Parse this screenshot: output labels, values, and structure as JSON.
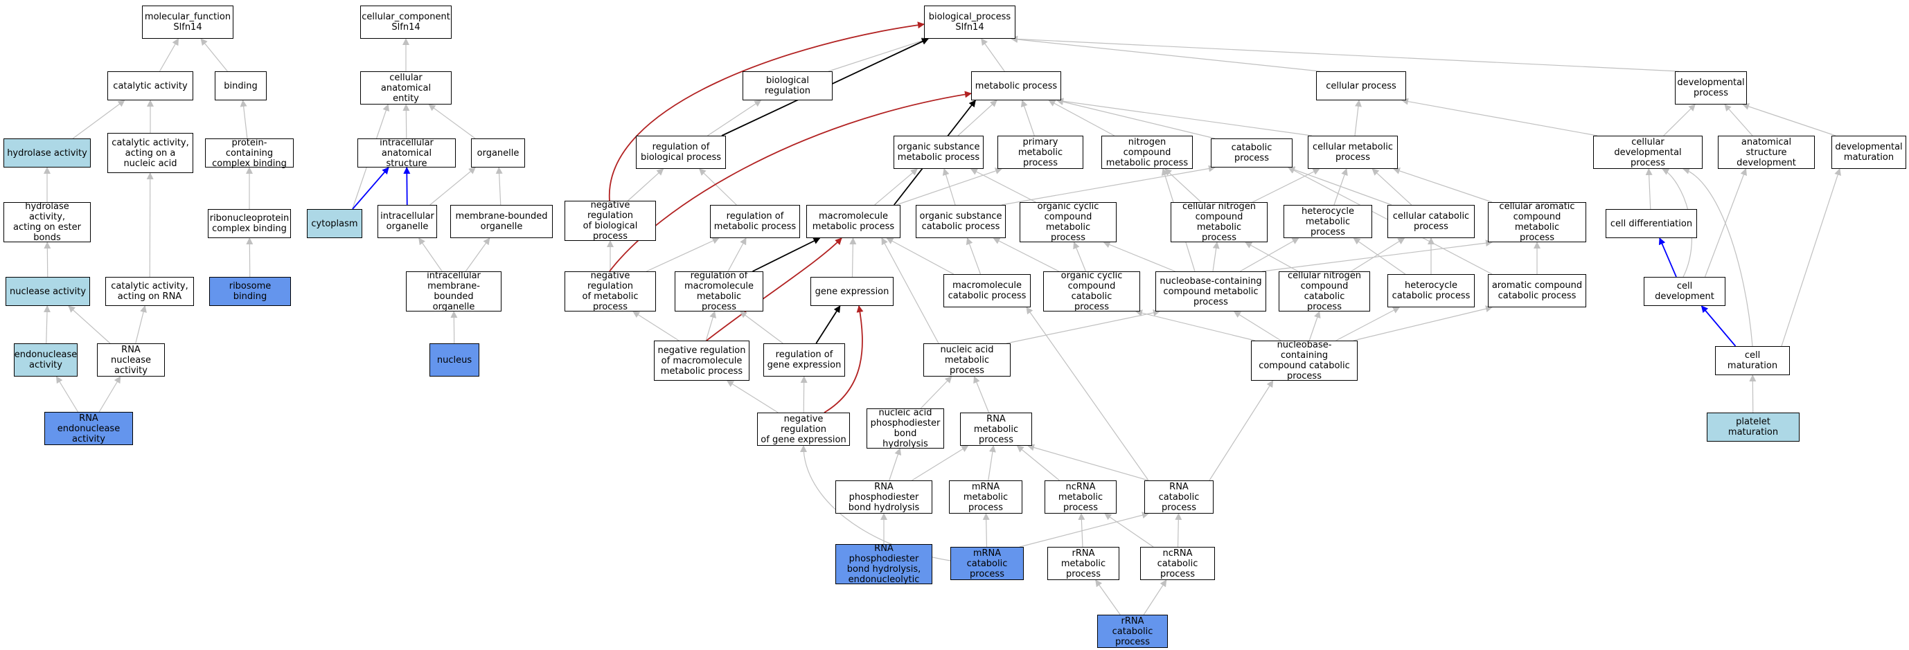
{
  "colors": {
    "gray_edge": "#c0c0c0",
    "red_edge": "#b22222",
    "black_edge": "#000000",
    "blue_edge": "#0000ff",
    "light_fill": "#add8e6",
    "blue_fill": "#6495ed",
    "white_fill": "#ffffff"
  },
  "nodes": [
    {
      "id": "mf_root",
      "label": "molecular_function\nSlfn14",
      "fill": "white"
    },
    {
      "id": "catalytic",
      "label": "catalytic activity",
      "fill": "white"
    },
    {
      "id": "binding",
      "label": "binding",
      "fill": "white"
    },
    {
      "id": "hydrolase",
      "label": "hydrolase activity",
      "fill": "light"
    },
    {
      "id": "cat_nucleic",
      "label": "catalytic activity,\nacting on a\nnucleic acid",
      "fill": "white"
    },
    {
      "id": "protein_complex",
      "label": "protein-containing\ncomplex binding",
      "fill": "white"
    },
    {
      "id": "hydrolase_ester",
      "label": "hydrolase activity,\nacting on ester\nbonds",
      "fill": "white"
    },
    {
      "id": "ribonucleoprotein",
      "label": "ribonucleoprotein\ncomplex binding",
      "fill": "white"
    },
    {
      "id": "nuclease",
      "label": "nuclease activity",
      "fill": "light"
    },
    {
      "id": "cat_rna",
      "label": "catalytic activity,\nacting on RNA",
      "fill": "white"
    },
    {
      "id": "ribosome_binding",
      "label": "ribosome binding",
      "fill": "blue"
    },
    {
      "id": "endonuclease",
      "label": "endonuclease\nactivity",
      "fill": "light"
    },
    {
      "id": "rna_nuclease",
      "label": "RNA nuclease\nactivity",
      "fill": "white"
    },
    {
      "id": "rna_endonuclease",
      "label": "RNA endonuclease\nactivity",
      "fill": "blue"
    },
    {
      "id": "cc_root",
      "label": "cellular_component\nSlfn14",
      "fill": "white"
    },
    {
      "id": "cell_anat",
      "label": "cellular anatomical\nentity",
      "fill": "white"
    },
    {
      "id": "intracell_anat",
      "label": "intracellular\nanatomical structure",
      "fill": "white"
    },
    {
      "id": "organelle",
      "label": "organelle",
      "fill": "white"
    },
    {
      "id": "cytoplasm",
      "label": "cytoplasm",
      "fill": "light"
    },
    {
      "id": "intracell_org",
      "label": "intracellular\norganelle",
      "fill": "white"
    },
    {
      "id": "membrane_org",
      "label": "membrane-bounded\norganelle",
      "fill": "white"
    },
    {
      "id": "intracell_mem_org",
      "label": "intracellular\nmembrane-bounded\norganelle",
      "fill": "white"
    },
    {
      "id": "nucleus",
      "label": "nucleus",
      "fill": "blue"
    },
    {
      "id": "bp_root",
      "label": "biological_process\nSlfn14",
      "fill": "white"
    },
    {
      "id": "bio_reg",
      "label": "biological regulation",
      "fill": "white"
    },
    {
      "id": "metabolic",
      "label": "metabolic process",
      "fill": "white"
    },
    {
      "id": "cellular_proc",
      "label": "cellular process",
      "fill": "white"
    },
    {
      "id": "dev_proc",
      "label": "developmental\nprocess",
      "fill": "white"
    },
    {
      "id": "reg_bio",
      "label": "regulation of\nbiological process",
      "fill": "white"
    },
    {
      "id": "organic_sub",
      "label": "organic substance\nmetabolic process",
      "fill": "white"
    },
    {
      "id": "primary_met",
      "label": "primary metabolic\nprocess",
      "fill": "white"
    },
    {
      "id": "nitrogen_met",
      "label": "nitrogen compound\nmetabolic process",
      "fill": "white"
    },
    {
      "id": "catabolic",
      "label": "catabolic process",
      "fill": "white"
    },
    {
      "id": "cell_met",
      "label": "cellular metabolic\nprocess",
      "fill": "white"
    },
    {
      "id": "cell_dev_proc",
      "label": "cellular developmental\nprocess",
      "fill": "white"
    },
    {
      "id": "anat_dev",
      "label": "anatomical structure\ndevelopment",
      "fill": "white"
    },
    {
      "id": "dev_mat",
      "label": "developmental\nmaturation",
      "fill": "white"
    },
    {
      "id": "neg_reg_bio",
      "label": "negative regulation\nof biological\nprocess",
      "fill": "white"
    },
    {
      "id": "reg_met",
      "label": "regulation of\nmetabolic process",
      "fill": "white"
    },
    {
      "id": "macro_met",
      "label": "macromolecule\nmetabolic process",
      "fill": "white"
    },
    {
      "id": "organic_cat",
      "label": "organic substance\ncatabolic process",
      "fill": "white"
    },
    {
      "id": "cyclic_met",
      "label": "organic cyclic\ncompound metabolic\nprocess",
      "fill": "white"
    },
    {
      "id": "cell_nitrogen_met",
      "label": "cellular nitrogen\ncompound metabolic\nprocess",
      "fill": "white"
    },
    {
      "id": "hetero_met",
      "label": "heterocycle\nmetabolic process",
      "fill": "white"
    },
    {
      "id": "cell_cat",
      "label": "cellular catabolic\nprocess",
      "fill": "white"
    },
    {
      "id": "arom_met",
      "label": "cellular aromatic\ncompound metabolic\nprocess",
      "fill": "white"
    },
    {
      "id": "cell_diff",
      "label": "cell differentiation",
      "fill": "white"
    },
    {
      "id": "neg_reg_met",
      "label": "negative regulation\nof metabolic\nprocess",
      "fill": "white"
    },
    {
      "id": "reg_macro",
      "label": "regulation of\nmacromolecule\nmetabolic process",
      "fill": "white"
    },
    {
      "id": "gene_expr",
      "label": "gene expression",
      "fill": "white"
    },
    {
      "id": "macro_cat",
      "label": "macromolecule\ncatabolic process",
      "fill": "white"
    },
    {
      "id": "cyclic_cat",
      "label": "organic cyclic\ncompound catabolic\nprocess",
      "fill": "white"
    },
    {
      "id": "nucleobase_met",
      "label": "nucleobase-containing\ncompound metabolic\nprocess",
      "fill": "white"
    },
    {
      "id": "cell_nitrogen_cat",
      "label": "cellular nitrogen\ncompound catabolic\nprocess",
      "fill": "white"
    },
    {
      "id": "hetero_cat",
      "label": "heterocycle\ncatabolic process",
      "fill": "white"
    },
    {
      "id": "arom_cat",
      "label": "aromatic compound\ncatabolic process",
      "fill": "white"
    },
    {
      "id": "cell_dev",
      "label": "cell development",
      "fill": "white"
    },
    {
      "id": "neg_reg_macro",
      "label": "negative regulation\nof macromolecule\nmetabolic process",
      "fill": "white"
    },
    {
      "id": "reg_gene",
      "label": "regulation of\ngene expression",
      "fill": "white"
    },
    {
      "id": "nucleic_met",
      "label": "nucleic acid\nmetabolic process",
      "fill": "white"
    },
    {
      "id": "nucleobase_cat",
      "label": "nucleobase-containing\ncompound catabolic\nprocess",
      "fill": "white"
    },
    {
      "id": "cell_mat",
      "label": "cell maturation",
      "fill": "white"
    },
    {
      "id": "neg_reg_gene",
      "label": "negative regulation\nof gene expression",
      "fill": "white"
    },
    {
      "id": "na_phospho",
      "label": "nucleic acid\nphosphodiester\nbond hydrolysis",
      "fill": "white"
    },
    {
      "id": "rna_met",
      "label": "RNA metabolic\nprocess",
      "fill": "white"
    },
    {
      "id": "platelet_mat",
      "label": "platelet maturation",
      "fill": "light"
    },
    {
      "id": "rna_phospho",
      "label": "RNA phosphodiester\nbond hydrolysis",
      "fill": "white"
    },
    {
      "id": "mrna_met",
      "label": "mRNA metabolic\nprocess",
      "fill": "white"
    },
    {
      "id": "ncrna_met",
      "label": "ncRNA metabolic\nprocess",
      "fill": "white"
    },
    {
      "id": "rna_cat",
      "label": "RNA catabolic\nprocess",
      "fill": "white"
    },
    {
      "id": "rna_phospho_endo",
      "label": "RNA phosphodiester\nbond hydrolysis,\nendonucleolytic",
      "fill": "blue"
    },
    {
      "id": "mrna_cat",
      "label": "mRNA catabolic\nprocess",
      "fill": "blue"
    },
    {
      "id": "rrna_met",
      "label": "rRNA metabolic\nprocess",
      "fill": "white"
    },
    {
      "id": "ncrna_cat",
      "label": "ncRNA catabolic\nprocess",
      "fill": "white"
    },
    {
      "id": "rrna_cat",
      "label": "rRNA catabolic\nprocess",
      "fill": "blue"
    }
  ],
  "edges": [
    {
      "from": "catalytic",
      "to": "mf_root",
      "color": "gray"
    },
    {
      "from": "binding",
      "to": "mf_root",
      "color": "gray"
    },
    {
      "from": "hydrolase",
      "to": "catalytic",
      "color": "gray"
    },
    {
      "from": "cat_nucleic",
      "to": "catalytic",
      "color": "gray"
    },
    {
      "from": "protein_complex",
      "to": "binding",
      "color": "gray"
    },
    {
      "from": "hydrolase_ester",
      "to": "hydrolase",
      "color": "gray"
    },
    {
      "from": "ribonucleoprotein",
      "to": "protein_complex",
      "color": "gray"
    },
    {
      "from": "nuclease",
      "to": "hydrolase_ester",
      "color": "gray"
    },
    {
      "from": "cat_rna",
      "to": "cat_nucleic",
      "color": "gray"
    },
    {
      "from": "ribosome_binding",
      "to": "ribonucleoprotein",
      "color": "gray"
    },
    {
      "from": "endonuclease",
      "to": "nuclease",
      "color": "gray"
    },
    {
      "from": "rna_nuclease",
      "to": "nuclease",
      "color": "gray"
    },
    {
      "from": "rna_nuclease",
      "to": "cat_rna",
      "color": "gray"
    },
    {
      "from": "rna_endonuclease",
      "to": "endonuclease",
      "color": "gray"
    },
    {
      "from": "rna_endonuclease",
      "to": "rna_nuclease",
      "color": "gray"
    },
    {
      "from": "cell_anat",
      "to": "cc_root",
      "color": "gray"
    },
    {
      "from": "intracell_anat",
      "to": "cell_anat",
      "color": "gray"
    },
    {
      "from": "organelle",
      "to": "cell_anat",
      "color": "gray"
    },
    {
      "from": "cytoplasm",
      "to": "cell_anat",
      "color": "gray"
    },
    {
      "from": "cytoplasm",
      "to": "intracell_anat",
      "color": "blue"
    },
    {
      "from": "intracell_org",
      "to": "intracell_anat",
      "color": "blue"
    },
    {
      "from": "intracell_org",
      "to": "organelle",
      "color": "gray"
    },
    {
      "from": "membrane_org",
      "to": "organelle",
      "color": "gray"
    },
    {
      "from": "intracell_mem_org",
      "to": "intracell_org",
      "color": "gray"
    },
    {
      "from": "intracell_mem_org",
      "to": "membrane_org",
      "color": "gray"
    },
    {
      "from": "nucleus",
      "to": "intracell_mem_org",
      "color": "gray"
    },
    {
      "from": "bio_reg",
      "to": "bp_root",
      "color": "gray"
    },
    {
      "from": "metabolic",
      "to": "bp_root",
      "color": "gray"
    },
    {
      "from": "cellular_proc",
      "to": "bp_root",
      "color": "gray"
    },
    {
      "from": "dev_proc",
      "to": "bp_root",
      "color": "gray"
    },
    {
      "from": "reg_bio",
      "to": "bio_reg",
      "color": "gray"
    },
    {
      "from": "reg_bio",
      "to": "bp_root",
      "color": "black"
    },
    {
      "from": "neg_reg_bio",
      "to": "bp_root",
      "color": "red"
    },
    {
      "from": "organic_sub",
      "to": "metabolic",
      "color": "gray"
    },
    {
      "from": "primary_met",
      "to": "metabolic",
      "color": "gray"
    },
    {
      "from": "nitrogen_met",
      "to": "metabolic",
      "color": "gray"
    },
    {
      "from": "catabolic",
      "to": "metabolic",
      "color": "gray"
    },
    {
      "from": "cell_met",
      "to": "metabolic",
      "color": "gray"
    },
    {
      "from": "cell_met",
      "to": "cellular_proc",
      "color": "gray"
    },
    {
      "from": "cell_dev_proc",
      "to": "cellular_proc",
      "color": "gray"
    },
    {
      "from": "cell_dev_proc",
      "to": "dev_proc",
      "color": "gray"
    },
    {
      "from": "anat_dev",
      "to": "dev_proc",
      "color": "gray"
    },
    {
      "from": "dev_mat",
      "to": "dev_proc",
      "color": "gray"
    },
    {
      "from": "neg_reg_bio",
      "to": "reg_bio",
      "color": "gray"
    },
    {
      "from": "reg_met",
      "to": "reg_bio",
      "color": "gray"
    },
    {
      "from": "macro_met",
      "to": "organic_sub",
      "color": "gray"
    },
    {
      "from": "macro_met",
      "to": "primary_met",
      "color": "gray"
    },
    {
      "from": "macro_met",
      "to": "metabolic",
      "color": "black"
    },
    {
      "from": "organic_cat",
      "to": "organic_sub",
      "color": "gray"
    },
    {
      "from": "organic_cat",
      "to": "catabolic",
      "color": "gray"
    },
    {
      "from": "cyclic_met",
      "to": "organic_sub",
      "color": "gray"
    },
    {
      "from": "cell_nitrogen_met",
      "to": "nitrogen_met",
      "color": "gray"
    },
    {
      "from": "cell_nitrogen_met",
      "to": "cell_met",
      "color": "gray"
    },
    {
      "from": "hetero_met",
      "to": "cell_met",
      "color": "gray"
    },
    {
      "from": "cell_cat",
      "to": "catabolic",
      "color": "gray"
    },
    {
      "from": "cell_cat",
      "to": "cell_met",
      "color": "gray"
    },
    {
      "from": "arom_met",
      "to": "cell_met",
      "color": "gray"
    },
    {
      "from": "cell_diff",
      "to": "cell_dev_proc",
      "color": "gray"
    },
    {
      "from": "neg_reg_met",
      "to": "neg_reg_bio",
      "color": "gray"
    },
    {
      "from": "neg_reg_met",
      "to": "reg_met",
      "color": "gray"
    },
    {
      "from": "neg_reg_met",
      "to": "metabolic",
      "color": "red"
    },
    {
      "from": "reg_macro",
      "to": "reg_met",
      "color": "gray"
    },
    {
      "from": "reg_macro",
      "to": "macro_met",
      "color": "black"
    },
    {
      "from": "gene_expr",
      "to": "macro_met",
      "color": "gray"
    },
    {
      "from": "macro_cat",
      "to": "macro_met",
      "color": "gray"
    },
    {
      "from": "macro_cat",
      "to": "organic_cat",
      "color": "gray"
    },
    {
      "from": "cyclic_cat",
      "to": "organic_cat",
      "color": "gray"
    },
    {
      "from": "cyclic_cat",
      "to": "cyclic_met",
      "color": "gray"
    },
    {
      "from": "nucleobase_met",
      "to": "cell_nitrogen_met",
      "color": "gray"
    },
    {
      "from": "nucleobase_met",
      "to": "hetero_met",
      "color": "gray"
    },
    {
      "from": "nucleobase_met",
      "to": "arom_met",
      "color": "gray"
    },
    {
      "from": "nucleobase_met",
      "to": "cyclic_met",
      "color": "gray"
    },
    {
      "from": "nucleobase_met",
      "to": "nitrogen_met",
      "color": "gray"
    },
    {
      "from": "cell_nitrogen_cat",
      "to": "cell_nitrogen_met",
      "color": "gray"
    },
    {
      "from": "cell_nitrogen_cat",
      "to": "cell_cat",
      "color": "gray"
    },
    {
      "from": "hetero_cat",
      "to": "hetero_met",
      "color": "gray"
    },
    {
      "from": "hetero_cat",
      "to": "cell_cat",
      "color": "gray"
    },
    {
      "from": "arom_cat",
      "to": "arom_met",
      "color": "gray"
    },
    {
      "from": "arom_cat",
      "to": "catabolic",
      "color": "gray"
    },
    {
      "from": "cell_dev",
      "to": "cell_diff",
      "color": "blue"
    },
    {
      "from": "cell_dev",
      "to": "anat_dev",
      "color": "gray"
    },
    {
      "from": "cell_dev",
      "to": "cell_dev_proc",
      "color": "gray"
    },
    {
      "from": "neg_reg_macro",
      "to": "neg_reg_met",
      "color": "gray"
    },
    {
      "from": "neg_reg_macro",
      "to": "reg_macro",
      "color": "gray"
    },
    {
      "from": "neg_reg_macro",
      "to": "macro_met",
      "color": "red"
    },
    {
      "from": "reg_gene",
      "to": "reg_macro",
      "color": "gray"
    },
    {
      "from": "reg_gene",
      "to": "gene_expr",
      "color": "black"
    },
    {
      "from": "nucleic_met",
      "to": "macro_met",
      "color": "gray"
    },
    {
      "from": "nucleic_met",
      "to": "nucleobase_met",
      "color": "gray"
    },
    {
      "from": "nucleobase_cat",
      "to": "nucleobase_met",
      "color": "gray"
    },
    {
      "from": "nucleobase_cat",
      "to": "cell_nitrogen_cat",
      "color": "gray"
    },
    {
      "from": "nucleobase_cat",
      "to": "hetero_cat",
      "color": "gray"
    },
    {
      "from": "nucleobase_cat",
      "to": "arom_cat",
      "color": "gray"
    },
    {
      "from": "nucleobase_cat",
      "to": "cyclic_cat",
      "color": "gray"
    },
    {
      "from": "cell_mat",
      "to": "cell_dev",
      "color": "blue"
    },
    {
      "from": "cell_mat",
      "to": "dev_mat",
      "color": "gray"
    },
    {
      "from": "cell_mat",
      "to": "cell_dev_proc",
      "color": "gray"
    },
    {
      "from": "neg_reg_gene",
      "to": "neg_reg_macro",
      "color": "gray"
    },
    {
      "from": "neg_reg_gene",
      "to": "reg_gene",
      "color": "gray"
    },
    {
      "from": "neg_reg_gene",
      "to": "gene_expr",
      "color": "red"
    },
    {
      "from": "na_phospho",
      "to": "nucleic_met",
      "color": "gray"
    },
    {
      "from": "rna_met",
      "to": "nucleic_met",
      "color": "gray"
    },
    {
      "from": "platelet_mat",
      "to": "cell_mat",
      "color": "gray"
    },
    {
      "from": "rna_phospho",
      "to": "na_phospho",
      "color": "gray"
    },
    {
      "from": "rna_phospho",
      "to": "rna_met",
      "color": "gray"
    },
    {
      "from": "mrna_met",
      "to": "rna_met",
      "color": "gray"
    },
    {
      "from": "ncrna_met",
      "to": "rna_met",
      "color": "gray"
    },
    {
      "from": "rna_cat",
      "to": "rna_met",
      "color": "gray"
    },
    {
      "from": "rna_cat",
      "to": "nucleobase_cat",
      "color": "gray"
    },
    {
      "from": "rna_cat",
      "to": "macro_cat",
      "color": "gray"
    },
    {
      "from": "rna_phospho_endo",
      "to": "rna_phospho",
      "color": "gray"
    },
    {
      "from": "mrna_cat",
      "to": "mrna_met",
      "color": "gray"
    },
    {
      "from": "mrna_cat",
      "to": "rna_cat",
      "color": "gray"
    },
    {
      "from": "mrna_cat",
      "to": "neg_reg_gene",
      "color": "gray"
    },
    {
      "from": "rrna_met",
      "to": "ncrna_met",
      "color": "gray"
    },
    {
      "from": "ncrna_cat",
      "to": "ncrna_met",
      "color": "gray"
    },
    {
      "from": "ncrna_cat",
      "to": "rna_cat",
      "color": "gray"
    },
    {
      "from": "rrna_cat",
      "to": "rrna_met",
      "color": "gray"
    },
    {
      "from": "rrna_cat",
      "to": "ncrna_cat",
      "color": "gray"
    }
  ]
}
